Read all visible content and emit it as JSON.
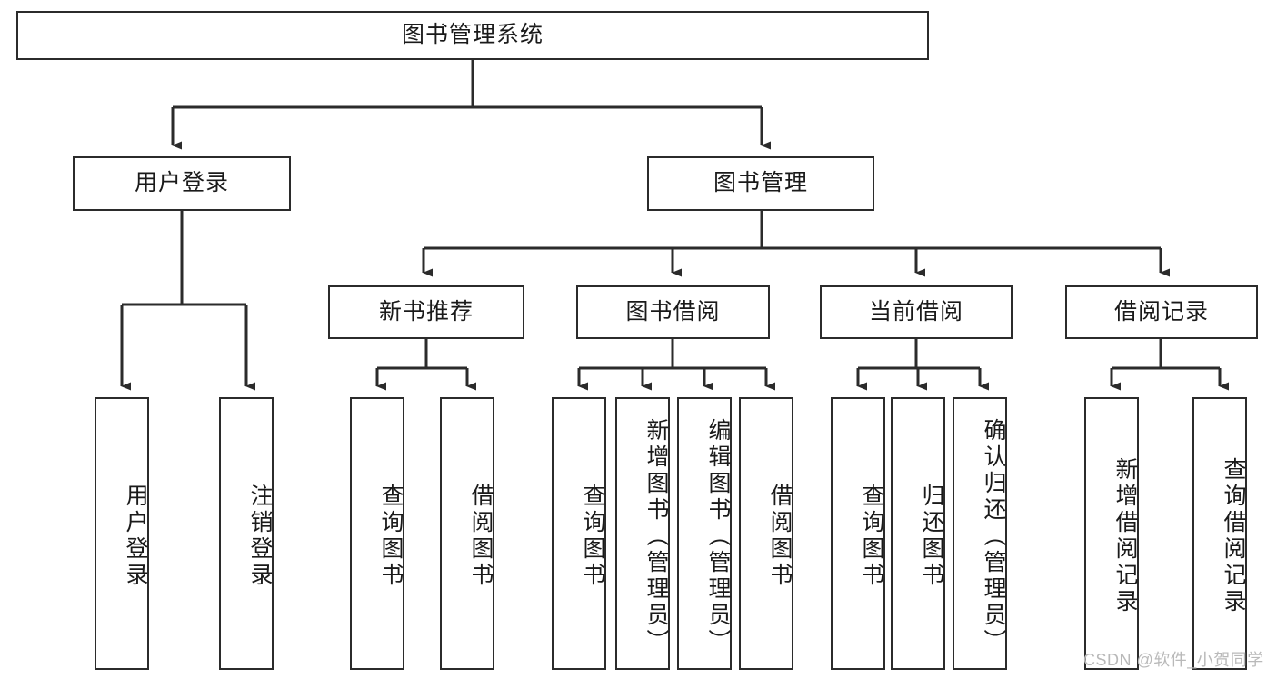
{
  "diagram": {
    "title": "图书管理系统",
    "type": "hierarchy-tree",
    "watermark": "CSDN @软件_小贺同学",
    "colors": {
      "stroke": "#2b2b2b",
      "fill": "#ffffff",
      "text": "#1a1a1a",
      "watermark": "#b9b9b9"
    },
    "nodes": {
      "root": "图书管理系统",
      "level2": [
        {
          "label": "用户登录"
        },
        {
          "label": "图书管理"
        }
      ],
      "level3": [
        {
          "label": "新书推荐"
        },
        {
          "label": "图书借阅"
        },
        {
          "label": "当前借阅"
        },
        {
          "label": "借阅记录"
        }
      ],
      "leaves": {
        "user_login": [
          {
            "label": "用户登录"
          },
          {
            "label": "注销登录"
          }
        ],
        "new_book_recommend": [
          {
            "label": "查询图书"
          },
          {
            "label": "借阅图书"
          }
        ],
        "book_borrow": [
          {
            "label": "查询图书"
          },
          {
            "label": "新增图书（管理员）"
          },
          {
            "label": "编辑图书（管理员）"
          },
          {
            "label": "借阅图书"
          }
        ],
        "current_borrow": [
          {
            "label": "查询图书"
          },
          {
            "label": "归还图书"
          },
          {
            "label": "确认归还（管理员）"
          }
        ],
        "borrow_record": [
          {
            "label": "新增借阅记录"
          },
          {
            "label": "查询借阅记录"
          }
        ]
      }
    }
  }
}
